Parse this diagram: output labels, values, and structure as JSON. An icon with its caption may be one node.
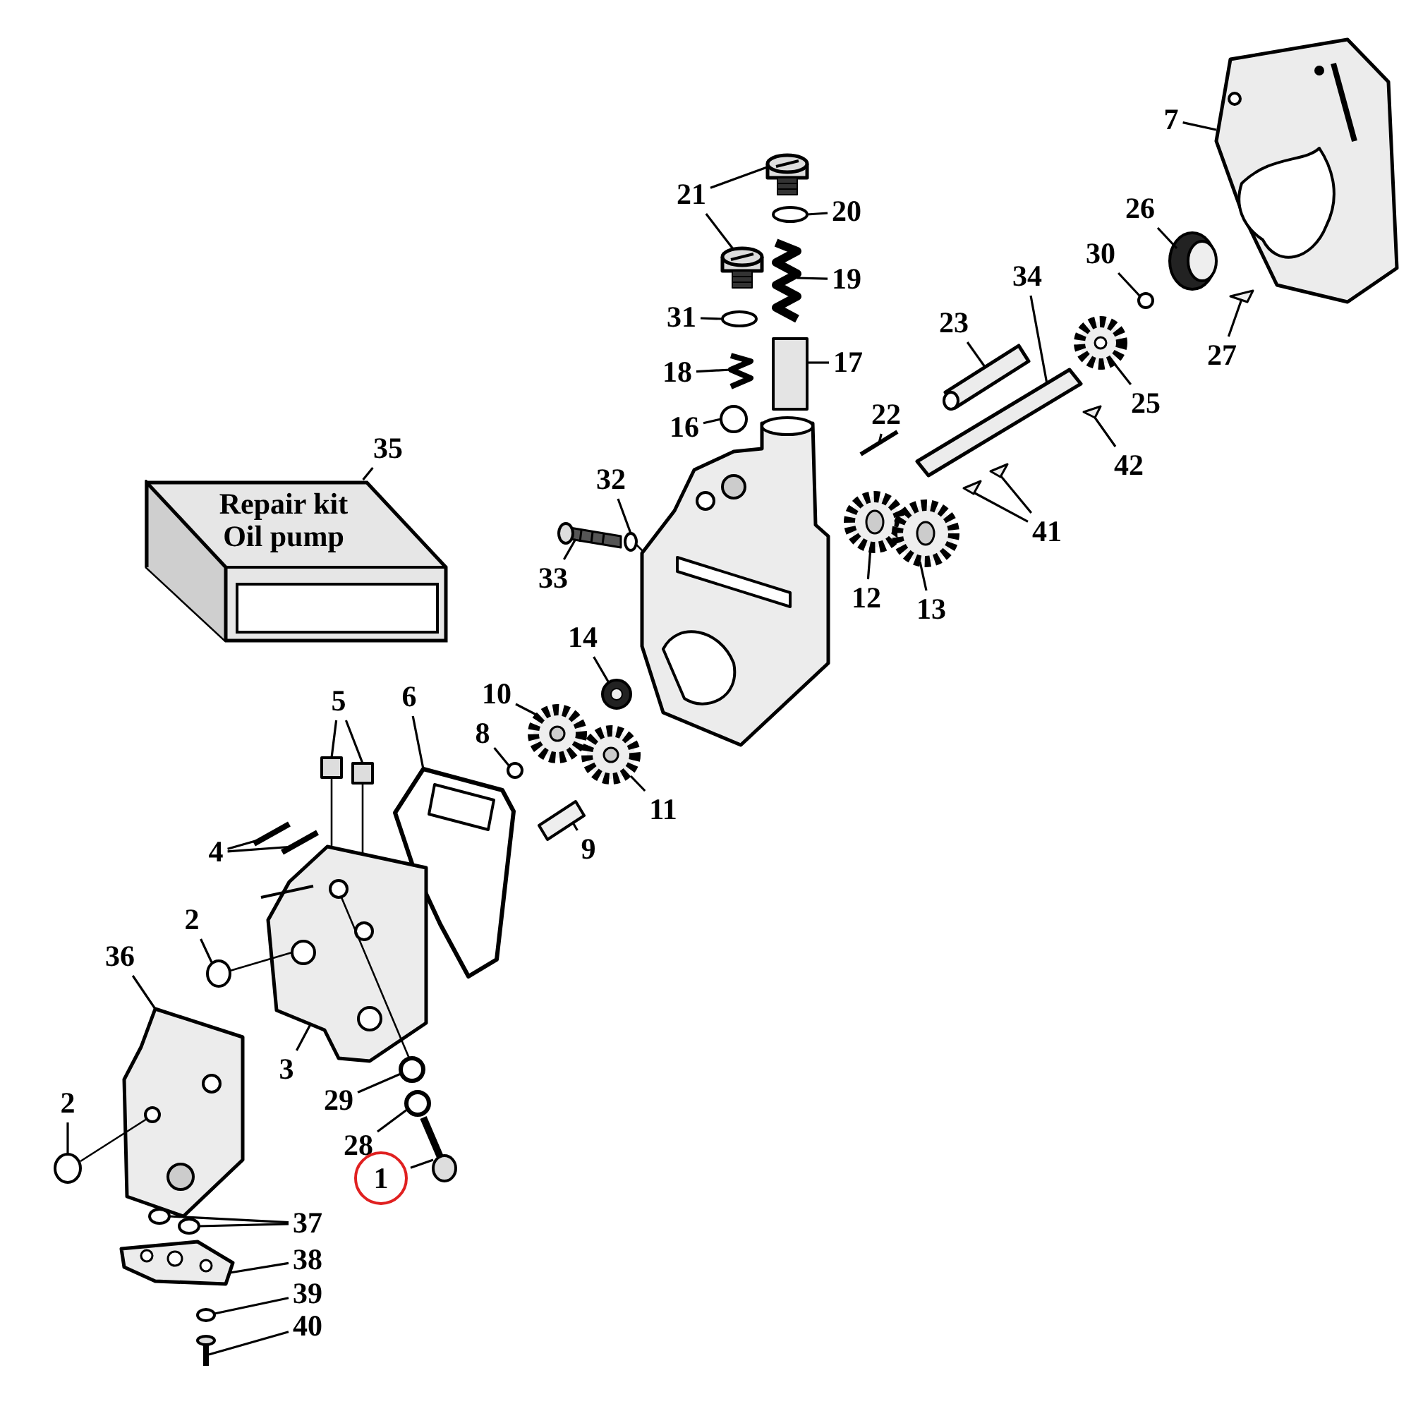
{
  "diagram": {
    "nodes": [
      {
        "text": [
          "7"
        ]
      },
      {
        "text": [
          "21"
        ]
      },
      {
        "text": [
          "20"
        ]
      },
      {
        "text": [
          "26"
        ]
      },
      {
        "text": [
          "30"
        ]
      },
      {
        "text": [
          "19"
        ]
      },
      {
        "text": [
          "34"
        ]
      },
      {
        "text": [
          "23"
        ]
      },
      {
        "text": [
          "31"
        ]
      },
      {
        "text": [
          "27"
        ]
      },
      {
        "text": [
          "18"
        ]
      },
      {
        "text": [
          "17"
        ]
      },
      {
        "text": [
          "25"
        ]
      },
      {
        "text": [
          "16"
        ]
      },
      {
        "text": [
          "22"
        ]
      },
      {
        "text": [
          "42"
        ]
      },
      {
        "text": [
          "35"
        ]
      },
      {
        "text": [
          "Repair kit Oil pump"
        ]
      },
      {
        "text": [
          "32"
        ]
      },
      {
        "text": [
          "41"
        ]
      },
      {
        "text": [
          "33"
        ]
      },
      {
        "text": [
          "12"
        ]
      },
      {
        "text": [
          "13"
        ]
      },
      {
        "text": [
          "14"
        ]
      },
      {
        "text": [
          "10"
        ]
      },
      {
        "text": [
          "5"
        ]
      },
      {
        "text": [
          "6"
        ]
      },
      {
        "text": [
          "8"
        ]
      },
      {
        "text": [
          "11"
        ]
      },
      {
        "text": [
          "4"
        ]
      },
      {
        "text": [
          "9"
        ]
      },
      {
        "text": [
          "2"
        ]
      },
      {
        "text": [
          "36"
        ]
      },
      {
        "text": [
          "3"
        ]
      },
      {
        "text": [
          "29"
        ]
      },
      {
        "text": [
          "2"
        ]
      },
      {
        "text": [
          "28"
        ]
      },
      {
        "text": [
          "1"
        ]
      },
      {
        "text": [
          "37"
        ]
      },
      {
        "text": [
          "38"
        ]
      },
      {
        "text": [
          "39"
        ]
      },
      {
        "text": [
          "40"
        ]
      },
      {
        "text": [],
        "shape": "picture"
      },
      {
        "text": [],
        "shape": "picture"
      },
      {
        "text": [],
        "shape": "picture"
      },
      {
        "text": [],
        "shape": "circle"
      },
      {
        "text": [],
        "shape": "picture"
      },
      {
        "text": [],
        "shape": "circle"
      },
      {
        "text": [],
        "shape": "picture"
      },
      {
        "text": [],
        "shape": "picture"
      },
      {
        "text": [],
        "shape": "picture"
      },
      {
        "text": [],
        "shape": "circle"
      },
      {
        "text": [],
        "shape": "picture"
      },
      {
        "text": [],
        "shape": "picture"
      },
      {
        "text": [],
        "shape": "picture"
      },
      {
        "text": [],
        "shape": "picture"
      },
      {
        "text": [],
        "shape": "circle"
      },
      {
        "text": [],
        "shape": "picture"
      },
      {
        "text": [],
        "shape": "picture"
      },
      {
        "text": [],
        "shape": "circle"
      },
      {
        "text": [],
        "shape": "picture"
      },
      {
        "text": [],
        "shape": "picture"
      },
      {
        "text": [],
        "shape": "picture"
      },
      {
        "text": [],
        "shape": "picture"
      },
      {
        "text": [],
        "shape": "picture"
      },
      {
        "text": [],
        "shape": "picture"
      },
      {
        "text": [],
        "shape": "picture"
      },
      {
        "text": [],
        "shape": "picture"
      },
      {
        "text": [],
        "shape": "picture"
      },
      {
        "text": [],
        "shape": "picture"
      },
      {
        "text": [],
        "shape": "circle"
      },
      {
        "text": [],
        "shape": "picture"
      },
      {
        "text": [],
        "shape": "picture"
      },
      {
        "text": [],
        "shape": "picture"
      },
      {
        "text": [],
        "shape": "picture"
      },
      {
        "text": [],
        "shape": "circle"
      },
      {
        "text": [],
        "shape": "picture"
      },
      {
        "text": [],
        "shape": "picture"
      },
      {
        "text": [],
        "shape": "circle"
      },
      {
        "text": [],
        "shape": "circle"
      },
      {
        "text": [],
        "shape": "circle"
      },
      {
        "text": [],
        "shape": "picture"
      },
      {
        "text": [],
        "shape": "circle"
      },
      {
        "text": [],
        "shape": "circle"
      },
      {
        "text": [],
        "shape": "picture"
      },
      {
        "text": [],
        "shape": "circle"
      },
      {
        "text": [],
        "shape": "picture"
      },
      {
        "text": [],
        "shape": "picture"
      }
    ],
    "edges": [
      {
        "from": 0,
        "to": 42,
        "arrow": "none"
      },
      {
        "from": 1,
        "to": 43,
        "arrow": "none"
      },
      {
        "from": 1,
        "to": 44,
        "arrow": "none"
      },
      {
        "from": 2,
        "to": 45,
        "arrow": "none"
      },
      {
        "from": 3,
        "to": 46,
        "arrow": "none"
      },
      {
        "from": 4,
        "to": 47,
        "arrow": "none"
      },
      {
        "from": 5,
        "to": 48,
        "arrow": "none"
      },
      {
        "from": 6,
        "to": 49,
        "arrow": "none"
      },
      {
        "from": 7,
        "to": 50,
        "arrow": "none"
      },
      {
        "from": 8,
        "to": 51,
        "arrow": "none"
      },
      {
        "from": 9,
        "to": 52,
        "arrow": "none"
      },
      {
        "from": 10,
        "to": 53,
        "arrow": "none"
      },
      {
        "from": 11,
        "to": 54,
        "arrow": "none"
      },
      {
        "from": 12,
        "to": 55,
        "arrow": "none"
      },
      {
        "from": 13,
        "to": 56,
        "arrow": "none"
      },
      {
        "from": 14,
        "to": 57,
        "arrow": "none"
      },
      {
        "from": 15,
        "to": 58,
        "arrow": "none"
      },
      {
        "from": 16,
        "to": 17,
        "arrow": "none"
      },
      {
        "from": 18,
        "to": 59,
        "arrow": "none"
      },
      {
        "from": 19,
        "to": 60,
        "arrow": "none"
      },
      {
        "from": 19,
        "to": 61,
        "arrow": "none"
      },
      {
        "from": 20,
        "to": 62,
        "arrow": "none"
      },
      {
        "from": 21,
        "to": 63,
        "arrow": "none"
      },
      {
        "from": 22,
        "to": 64,
        "arrow": "none"
      },
      {
        "from": 23,
        "to": 65,
        "arrow": "none"
      },
      {
        "from": 24,
        "to": 66,
        "arrow": "none"
      },
      {
        "from": 25,
        "to": 67,
        "arrow": "none"
      },
      {
        "from": 25,
        "to": 68,
        "arrow": "none"
      },
      {
        "from": 26,
        "to": 69,
        "arrow": "none"
      },
      {
        "from": 27,
        "to": 70,
        "arrow": "none"
      },
      {
        "from": 28,
        "to": 71,
        "arrow": "none"
      },
      {
        "from": 29,
        "to": 72,
        "arrow": "none"
      },
      {
        "from": 29,
        "to": 73,
        "arrow": "none"
      },
      {
        "from": 30,
        "to": 74,
        "arrow": "none"
      },
      {
        "from": 31,
        "to": 75,
        "arrow": "none"
      },
      {
        "from": 32,
        "to": 76,
        "arrow": "none"
      },
      {
        "from": 33,
        "to": 77,
        "arrow": "none"
      },
      {
        "from": 34,
        "to": 78,
        "arrow": "none"
      },
      {
        "from": 35,
        "to": 79,
        "arrow": "none"
      },
      {
        "from": 36,
        "to": 80,
        "arrow": "none"
      },
      {
        "from": 37,
        "to": 81,
        "arrow": "none"
      },
      {
        "from": 38,
        "to": 82,
        "arrow": "none"
      },
      {
        "from": 38,
        "to": 83,
        "arrow": "none"
      },
      {
        "from": 39,
        "to": 84,
        "arrow": "none"
      },
      {
        "from": 40,
        "to": 85,
        "arrow": "none"
      },
      {
        "from": 41,
        "to": 86,
        "arrow": "none"
      },
      {
        "from": 67,
        "to": 77,
        "arrow": "none"
      },
      {
        "from": 68,
        "to": 77,
        "arrow": "none"
      },
      {
        "from": 75,
        "to": 77,
        "arrow": "none"
      },
      {
        "from": 77,
        "to": 78,
        "arrow": "none"
      },
      {
        "from": 79,
        "to": 76,
        "arrow": "none"
      },
      {
        "from": 59,
        "to": 87,
        "arrow": "none"
      }
    ]
  }
}
